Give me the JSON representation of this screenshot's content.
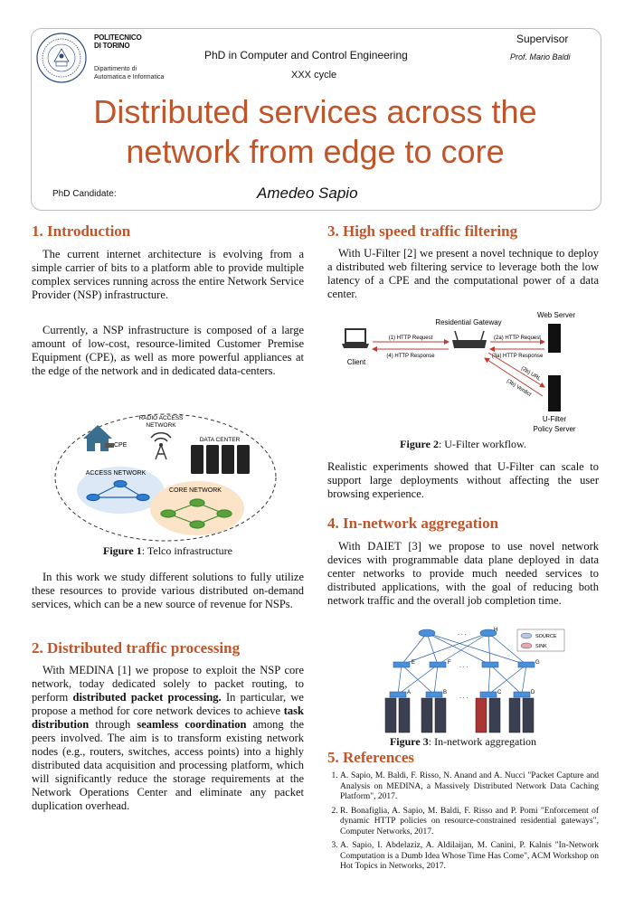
{
  "header": {
    "university": "POLITECNICO DI TORINO",
    "department_line1": "Dipartimento di",
    "department_line2": "Automatica e Informatica",
    "program": "PhD in Computer and Control Engineering",
    "cycle": "XXX cycle",
    "supervisor_label": "Supervisor",
    "supervisor_name": "Prof. Mario Baldi",
    "title_line1": "Distributed services across the",
    "title_line2": "network from edge to core",
    "candidate_label": "PhD Candidate:",
    "candidate_name": "Amedeo Sapio"
  },
  "sections": {
    "intro": {
      "heading": "1. Introduction",
      "p1": "The current internet architecture is evolving from a simple carrier of bits to a platform able to provide multiple complex services running across the entire Network Service Provider (NSP) infrastructure.",
      "p2": "Currently, a NSP infrastructure is composed of a large amount of low-cost, resource-limited Customer Premise Equipment (CPE), as well as more powerful appliances at the edge of the network and in dedicated data-centers.",
      "fig_label": "Figure 1",
      "fig_caption": ": Telco infrastructure",
      "p3": "In this work we study different solutions to fully utilize these resources to provide various distributed on-demand services, which can be a new source of revenue for NSPs."
    },
    "distributed": {
      "heading": "2. Distributed traffic processing",
      "t1": "With MEDINA [1] we propose to exploit the NSP core network, today dedicated solely to packet routing, to perform ",
      "b1": "distributed packet processing.",
      "t2": " In particular, we propose a method for core network devices to achieve ",
      "b2": "task distribution",
      "t3": " through ",
      "b3": "seamless coordination",
      "t4": " among the peers involved. The aim is to transform existing network nodes (e.g., routers, switches, access points) into a highly distributed data acquisition and processing platform, which will significantly reduce the storage requirements at the Network Operations Center and eliminate any packet duplication overhead."
    },
    "filtering": {
      "heading": "3. High speed traffic filtering",
      "p1": "With U-Filter [2] we present a novel technique to deploy a distributed web filtering service to leverage both the low latency of a CPE and the computational power of a data center.",
      "fig_label": "Figure 2",
      "fig_caption": ": U-Filter workflow.",
      "p2": "Realistic experiments showed that U-Filter can scale to support large deployments without affecting the user browsing experience."
    },
    "aggregation": {
      "heading": "4. In-network aggregation",
      "p1": "With DAIET [3] we propose to use novel network devices with programmable data plane deployed in data center networks to provide much needed services to distributed applications, with the goal of reducing both network traffic and the overall job completion time.",
      "fig_label": "Figure 3",
      "fig_caption": ": In-network aggregation"
    },
    "references": {
      "heading": "5. References",
      "items": [
        "A. Sapio, M. Baldi, F. Risso, N. Anand and A. Nucci \"Packet Capture and Analysis on MEDINA, a Massively Distributed Network Data Caching Platform\", 2017.",
        "R. Bonafiglia, A. Sapio, M. Baldi, F. Risso and P. Pomi \"Enforcement of dynamic HTTP policies on resource-constrained residential gateways\", Computer Networks, 2017.",
        "A. Sapio, I. Abdelaziz, A. Aldilaijan, M. Canini, P. Kalnis \"In-Network Computation is a Dumb Idea Whose Time Has Come\", ACM Workshop on Hot Topics in Networks, 2017."
      ]
    }
  },
  "fig1": {
    "radio_line1": "RADIO ACCESS",
    "radio_line2": "NETWORK",
    "cpe": "CPE",
    "data_center": "DATA CENTER",
    "access_network": "ACCESS NETWORK",
    "core_network": "CORE NETWORK"
  },
  "fig2": {
    "residential_gateway": "Residential Gateway",
    "web_server": "Web Server",
    "client": "Client",
    "req1": "(1) HTTP Request",
    "resp4": "(4) HTTP Response",
    "req2a": "(2a) HTTP Request",
    "resp3a": "(3a) HTTP Response",
    "url2b": "(2b) URL",
    "verdict3b": "(3b) Verdict",
    "ufilter_line1": "U-Filter",
    "ufilter_line2": "Policy Server"
  },
  "fig3": {
    "source": "SOURCE",
    "sink": "SINK",
    "node_h": "H",
    "node_e": "E",
    "node_f": "F",
    "node_g": "G",
    "node_a": "A",
    "node_b": "B",
    "node_c": "C",
    "node_d": "D",
    "dots": ". . ."
  },
  "colors": {
    "accent": "#c0552a",
    "header_border": "#bdbdbd"
  }
}
